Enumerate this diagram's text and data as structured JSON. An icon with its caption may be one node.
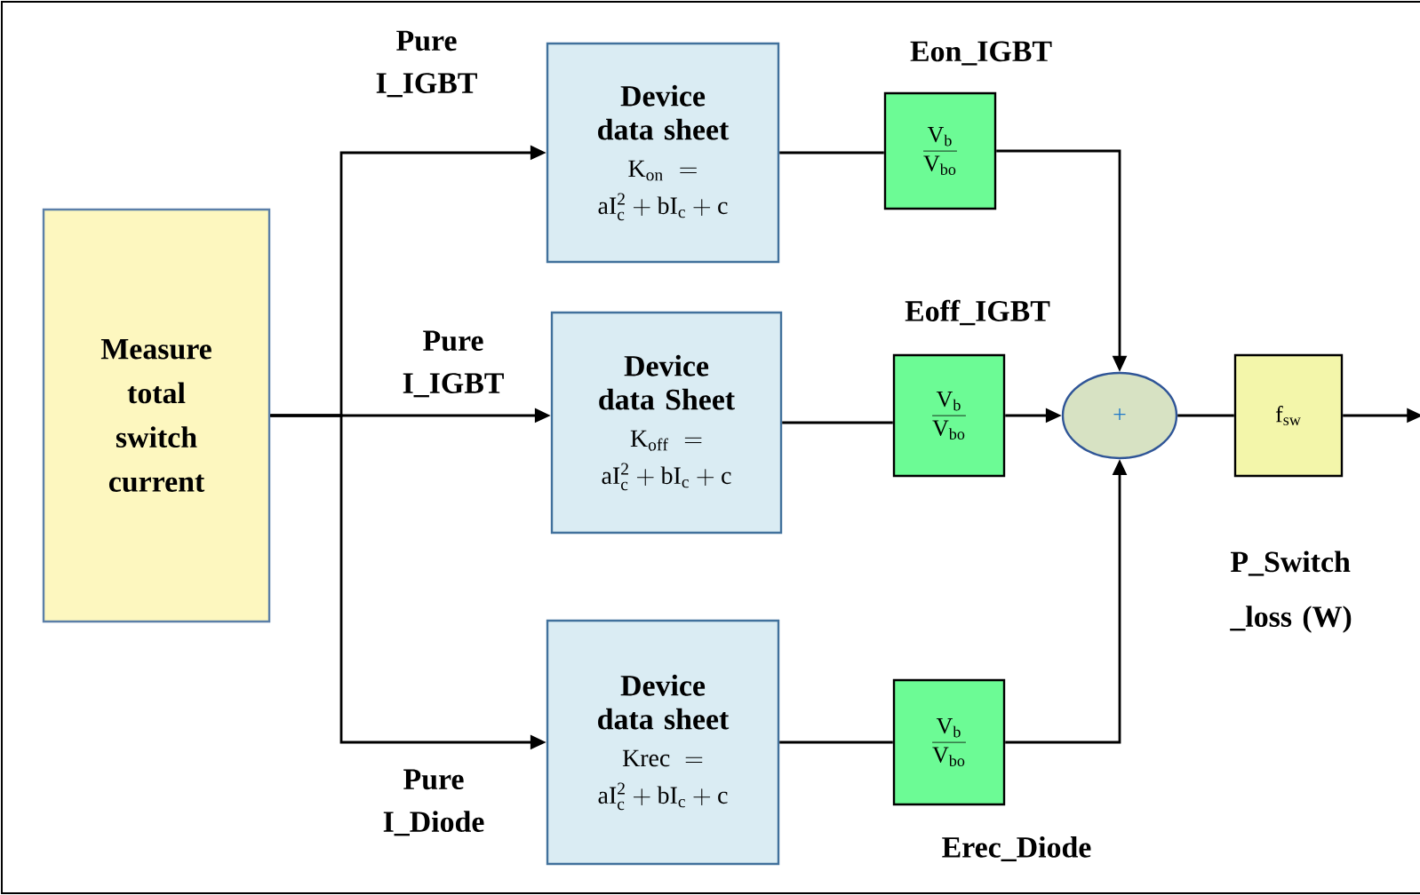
{
  "diagram": {
    "nodes": [
      {
        "text": [
          "Measure total switch current"
        ]
      },
      {
        "text": [
          "Device data sheet",
          "\\mathrm{K_{on}} =",
          "\\mathrm{aI_c^2 + bI_c + c}"
        ]
      },
      {
        "text": [
          "Device data Sheet",
          "\\mathrm{K_{off}} =",
          "\\mathrm{aI_c^2 + bI_c + c}"
        ]
      },
      {
        "text": [
          "Device data sheet",
          "\\mathrm{Krec} =",
          "\\mathrm{aI_c^2 + bI_c + c}"
        ]
      },
      {
        "text": [
          "\\frac{\\mathrm{V_b}}{\\mathrm{V_{bo}}}"
        ],
        "beside": [
          "Eon_IGBT"
        ]
      },
      {
        "text": [
          "\\frac{\\mathrm{V_b}}{\\mathrm{V_{bo}}}"
        ],
        "beside": [
          "Eoff_IGBT"
        ]
      },
      {
        "text": [
          "\\frac{\\mathrm{V_b}}{\\mathrm{V_{bo}}}"
        ],
        "beside": [
          "Erec_Diode"
        ]
      },
      {
        "text": [
          "+"
        ]
      },
      {
        "text": [
          "\\mathrm{f_{sw}}"
        ],
        "beside": [
          "P_Switch _loss (W)"
        ]
      }
    ],
    "edges": [
      {
        "from": 0,
        "to": 1,
        "arrow": "to",
        "label": "Pure I_IGBT"
      },
      {
        "from": 0,
        "to": 2,
        "arrow": "to",
        "label": "Pure I_IGBT"
      },
      {
        "from": 0,
        "to": 3,
        "arrow": "to",
        "label": "Pure I_Diode"
      },
      {
        "from": 1,
        "to": 4,
        "arrow": "none"
      },
      {
        "from": 2,
        "to": 5,
        "arrow": "none"
      },
      {
        "from": 3,
        "to": 6,
        "arrow": "none"
      },
      {
        "from": 4,
        "to": 7,
        "arrow": "to"
      },
      {
        "from": 5,
        "to": 7,
        "arrow": "to"
      },
      {
        "from": 6,
        "to": 7,
        "arrow": "to"
      },
      {
        "from": 7,
        "to": 8,
        "arrow": "none"
      },
      {
        "from": 8,
        "to": null,
        "arrow": "to"
      }
    ]
  }
}
